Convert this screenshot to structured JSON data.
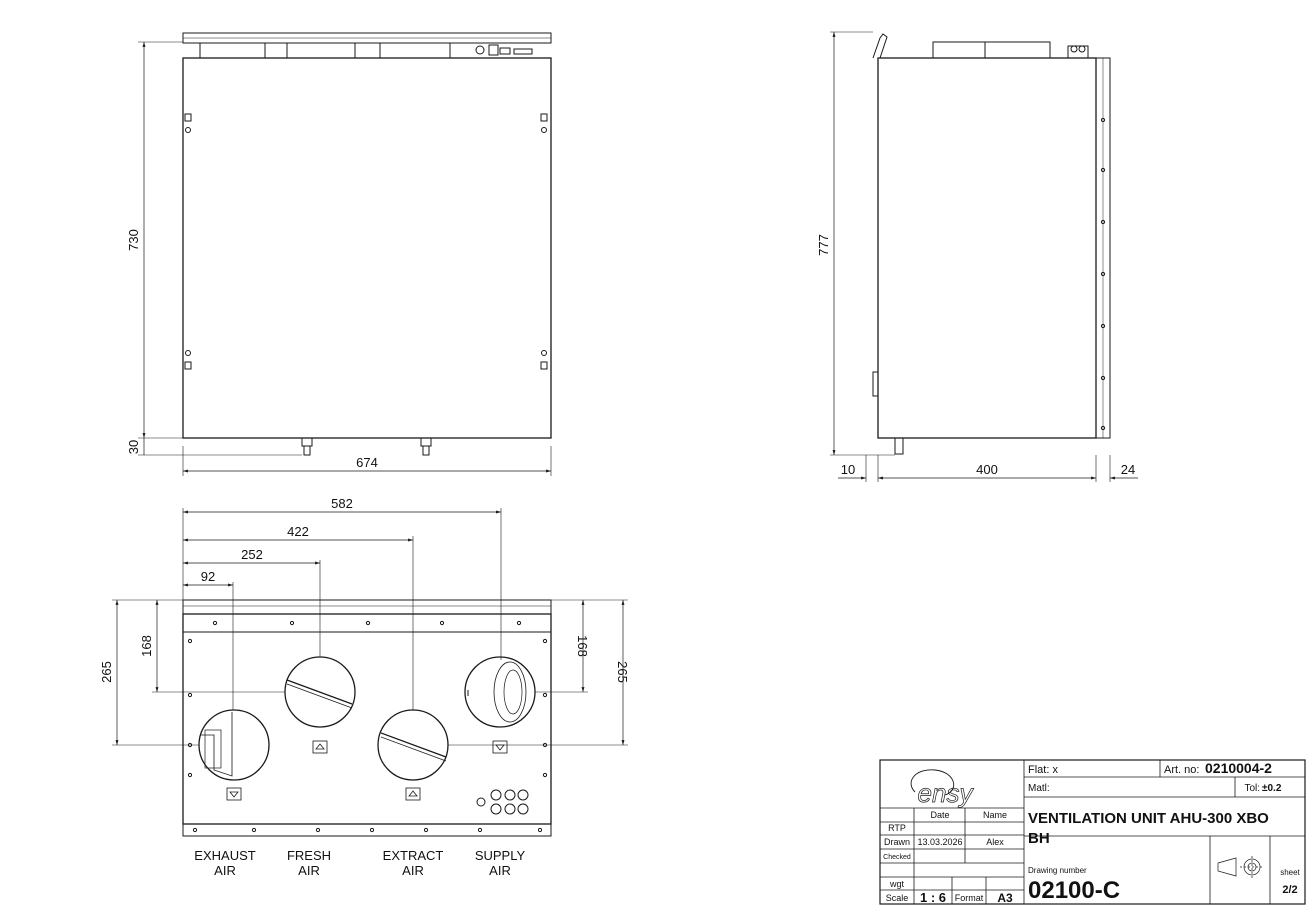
{
  "dimensions": {
    "front_height": "730",
    "front_foot": "30",
    "front_width": "674",
    "side_height": "777",
    "side_left": "10",
    "side_depth": "400",
    "side_right": "24",
    "top_582": "582",
    "top_422": "422",
    "top_252": "252",
    "top_92": "92",
    "top_left_168": "168",
    "top_left_265": "265",
    "top_right_168": "168",
    "top_right_265": "265"
  },
  "ports": [
    {
      "line1": "EXHAUST",
      "line2": "AIR"
    },
    {
      "line1": "FRESH",
      "line2": "AIR"
    },
    {
      "line1": "EXTRACT",
      "line2": "AIR"
    },
    {
      "line1": "SUPPLY",
      "line2": "AIR"
    }
  ],
  "title_block": {
    "logo": "ensy",
    "col_date": "Date",
    "col_name": "Name",
    "row_rtp": "RTP",
    "row_drawn": "Drawn",
    "drawn_date": "13.03.2026",
    "drawn_name": "Alex",
    "row_checked": "Checked",
    "row_wgt": "wgt",
    "row_scale": "Scale",
    "scale_value": "1 : 6",
    "format_label": "Format",
    "format_value": "A3",
    "flat": "Flat:  x",
    "art_no_label": "Art. no:",
    "art_no_value": "0210004-2",
    "matl": "Matl:",
    "tol_label": "Tol:",
    "tol_value": "±0.2",
    "title_line1": "VENTILATION UNIT AHU-300 XBO",
    "title_line2": "BH",
    "drawing_number_label": "Drawing number",
    "drawing_number": "02100-C",
    "sheet_label": "sheet",
    "sheet_value": "2/2"
  },
  "colors": {
    "line": "#1a1a1a",
    "paper": "#ffffff"
  }
}
